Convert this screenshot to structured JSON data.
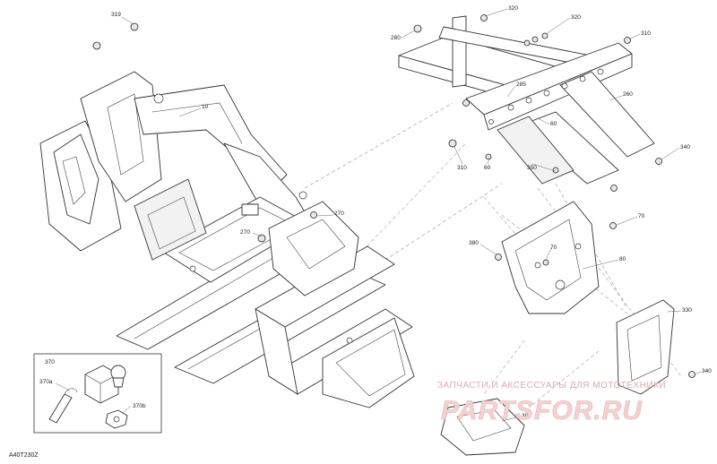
{
  "diagram": {
    "drawing_code": "A40T230Z",
    "callouts": [
      {
        "id": "c319",
        "text": "319"
      },
      {
        "id": "c10",
        "text": "10"
      },
      {
        "id": "c270a",
        "text": "270"
      },
      {
        "id": "c270b",
        "text": "270"
      },
      {
        "id": "c320a",
        "text": "320"
      },
      {
        "id": "c320b",
        "text": "320"
      },
      {
        "id": "c280",
        "text": "280"
      },
      {
        "id": "c310a",
        "text": "310"
      },
      {
        "id": "c285",
        "text": "285"
      },
      {
        "id": "c260",
        "text": "260"
      },
      {
        "id": "c60a",
        "text": "60"
      },
      {
        "id": "c310b",
        "text": "310"
      },
      {
        "id": "c60b",
        "text": "60"
      },
      {
        "id": "c350",
        "text": "350"
      },
      {
        "id": "c340a",
        "text": "340"
      },
      {
        "id": "c70a",
        "text": "70"
      },
      {
        "id": "c380",
        "text": "380"
      },
      {
        "id": "c70b",
        "text": "70"
      },
      {
        "id": "c80",
        "text": "80"
      },
      {
        "id": "c330",
        "text": "330"
      },
      {
        "id": "c340b",
        "text": "340"
      },
      {
        "id": "c390",
        "text": "390"
      },
      {
        "id": "c370",
        "text": "370"
      },
      {
        "id": "c370a",
        "text": "370a"
      },
      {
        "id": "c370b",
        "text": "370b"
      }
    ]
  },
  "watermark": {
    "caption": "ЗАПЧАСТИ И АКСЕССУАРЫ ДЛЯ МОТОТЕХНИКИ",
    "logo": "PARTSFOR.RU",
    "accent_color": "#d98c8c"
  }
}
